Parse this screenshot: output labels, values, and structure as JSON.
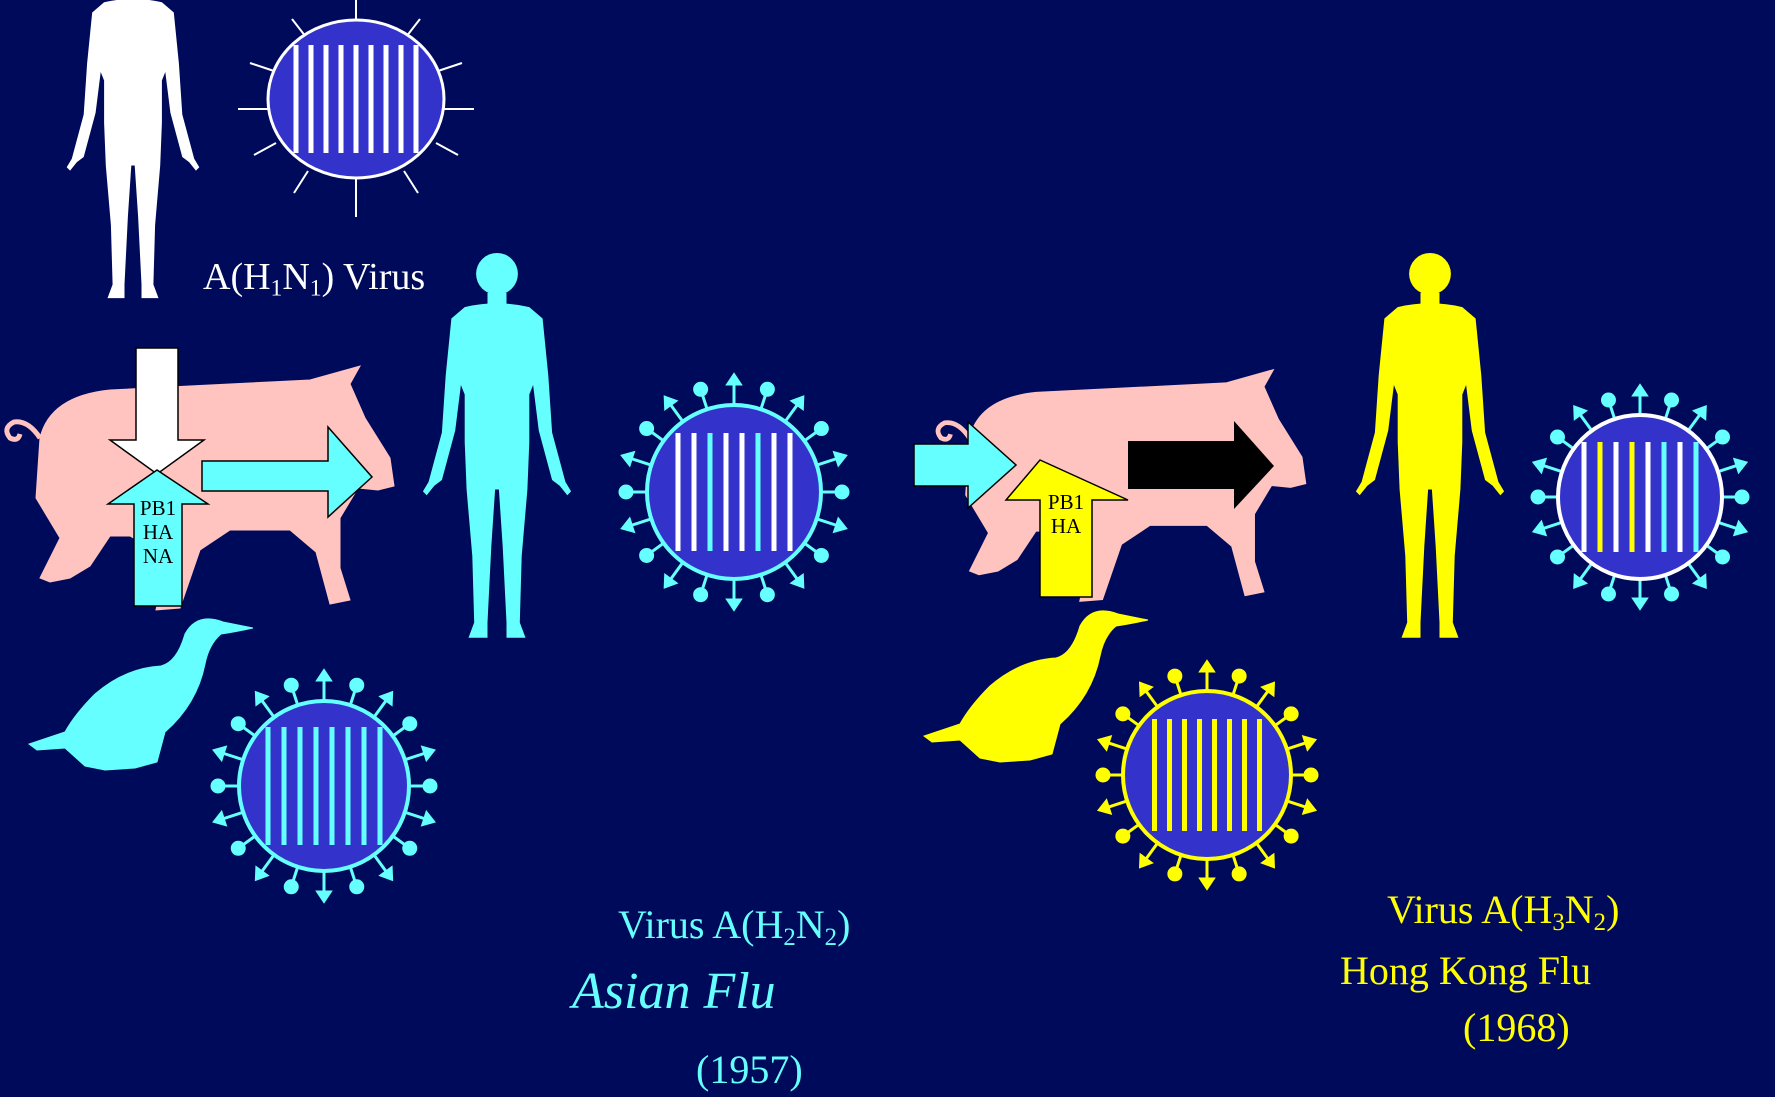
{
  "colors": {
    "background": "#000a5a",
    "cyan": "#66ffff",
    "yellow": "#ffff00",
    "pig": "#ffc4c0",
    "virus_core": "#3333cc",
    "white": "#ffffff",
    "black": "#000000"
  },
  "icons": [
    "human-figure-icon",
    "pig-icon",
    "duck-icon",
    "virus-particle-icon",
    "arrow-icon"
  ],
  "labels": {
    "h1n1": {
      "prefix": "A(H",
      "sub1": "1",
      "mid": "N",
      "sub2": "1",
      "suffix": ") Virus"
    },
    "h2n2": {
      "prefix": "Virus A(H",
      "sub1": "2",
      "mid": "N",
      "sub2": "2",
      "suffix": ")"
    },
    "h3n2": {
      "prefix": "Virus A(H",
      "sub1": "3",
      "mid": "N",
      "sub2": "2",
      "suffix": ")"
    },
    "asian_flu": "Asian Flu",
    "asian_year": "(1957)",
    "hk_flu": "Hong Kong Flu",
    "hk_year": "(1968)"
  },
  "arrows": {
    "left_up": [
      "PB1",
      "HA",
      "NA"
    ],
    "right_up": [
      "PB1",
      "HA"
    ]
  },
  "viruses": {
    "h1n1": {
      "stripes": [
        "white",
        "white",
        "white",
        "white",
        "white",
        "white",
        "white",
        "white",
        "white"
      ]
    },
    "cyan_mix": {
      "stripes": [
        "white",
        "white",
        "#66ffff",
        "white",
        "white",
        "#66ffff",
        "white",
        "white"
      ]
    },
    "duck_left": {
      "stripes": [
        "#66ffff",
        "#66ffff",
        "#66ffff",
        "#66ffff",
        "#66ffff",
        "#66ffff",
        "#66ffff",
        "#66ffff"
      ]
    },
    "yellow_mix": {
      "stripes": [
        "white",
        "#ffff00",
        "white",
        "#ffff00",
        "white",
        "#66ffff",
        "white",
        "#66ffff"
      ]
    },
    "duck_right": {
      "stripes": [
        "#ffff00",
        "#ffff00",
        "#ffff00",
        "#ffff00",
        "#ffff00",
        "#ffff00",
        "#ffff00",
        "#ffff00"
      ]
    }
  }
}
